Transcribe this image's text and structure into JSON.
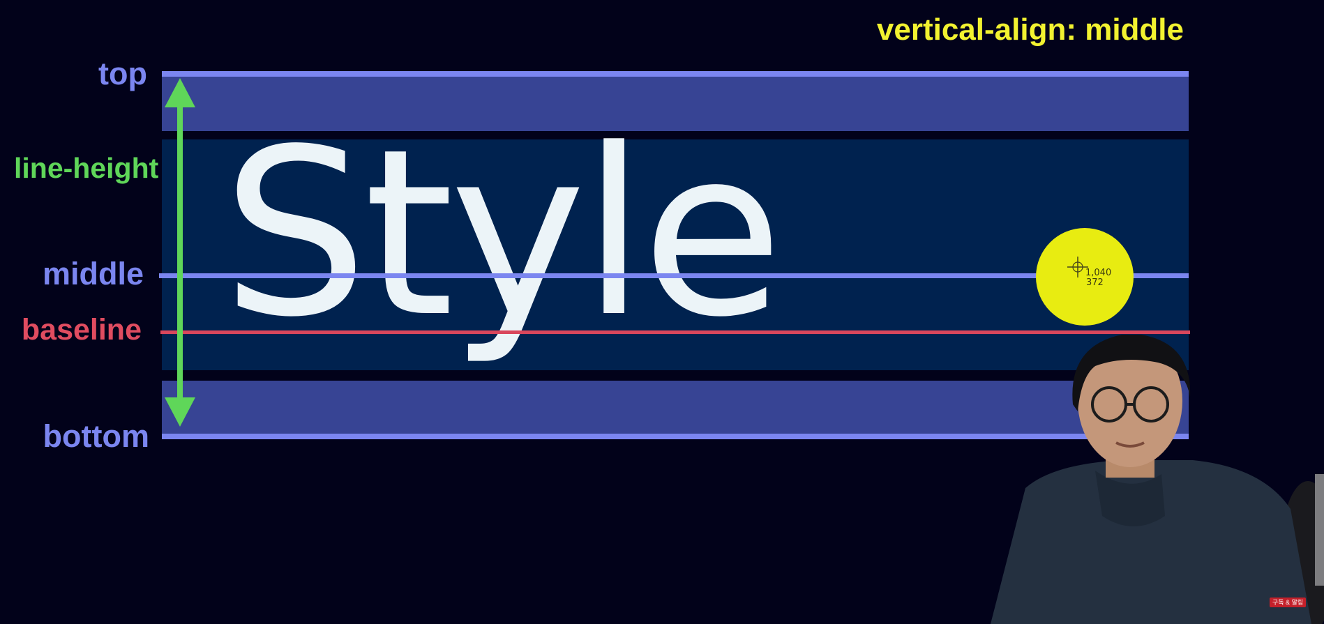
{
  "slide": {
    "title": "vertical-align: middle",
    "sample_text": "Style",
    "labels": {
      "top": "top",
      "line_height": "line-height",
      "middle": "middle",
      "baseline": "baseline",
      "bottom": "bottom"
    },
    "colors": {
      "background": "#02021a",
      "title": "#f2f230",
      "blue_line": "#7b86f0",
      "band": "#374494",
      "inner_box": "#00224f",
      "baseline": "#d9475c",
      "arrow": "#5fd659",
      "text": "#ecf4f8"
    }
  },
  "cursor": {
    "highlight_color": "#e8ec11",
    "x_readout": "1,040",
    "y_readout": "372"
  },
  "overlay": {
    "presenter": "presenter-webcam",
    "badge_text": "구독 & 알림"
  }
}
